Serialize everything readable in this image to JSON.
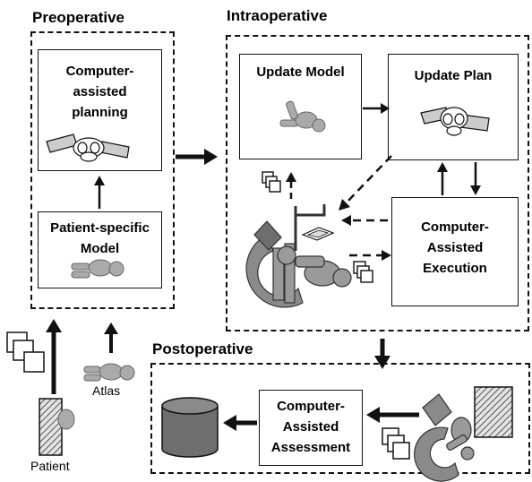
{
  "sections": {
    "preoperative": "Preoperative",
    "intraoperative": "Intraoperative",
    "postoperative": "Postoperative"
  },
  "boxes": {
    "planning": [
      "Computer-",
      "assisted",
      "planning"
    ],
    "patient_model": [
      "Patient-specific",
      "Model"
    ],
    "update_model": "Update Model",
    "update_plan": "Update Plan",
    "execution": [
      "Computer-",
      "Assisted",
      "Execution"
    ],
    "assessment": [
      "Computer-",
      "Assisted",
      "Assessment"
    ]
  },
  "labels": {
    "patient": "Patient",
    "atlas": "Atlas"
  },
  "colors": {
    "line": "#111111",
    "figure_gray": "#9a9a9a",
    "dark_gray": "#6e6e6e",
    "hatch": "#555555"
  }
}
